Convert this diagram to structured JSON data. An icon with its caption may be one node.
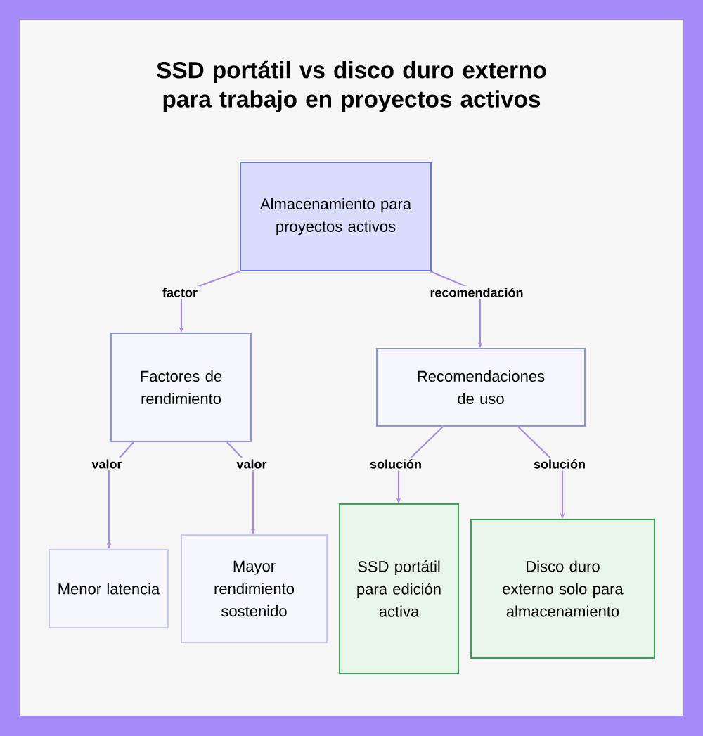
{
  "diagram": {
    "title": "SSD portátil vs disco duro externo para trabajo en proyectos activos",
    "nodes": [
      {
        "text": [
          "Almacenamiento para proyectos activos"
        ]
      },
      {
        "text": [
          "Factores de rendimiento"
        ]
      },
      {
        "text": [
          "Recomendaciones de uso"
        ]
      },
      {
        "text": [
          "Menor latencia"
        ]
      },
      {
        "text": [
          "Mayor rendimiento sostenido"
        ]
      },
      {
        "text": [
          "SSD portátil para edición activa"
        ]
      },
      {
        "text": [
          "Disco duro externo solo para almacenamiento"
        ]
      }
    ],
    "edges": [
      {
        "from": 0,
        "to": 1,
        "arrow": "to",
        "label": "factor"
      },
      {
        "from": 0,
        "to": 2,
        "arrow": "to",
        "label": "recomendación"
      },
      {
        "from": 1,
        "to": 3,
        "arrow": "to",
        "label": "valor"
      },
      {
        "from": 1,
        "to": 4,
        "arrow": "to",
        "label": "valor"
      },
      {
        "from": 2,
        "to": 5,
        "arrow": "to",
        "label": "solución"
      },
      {
        "from": 2,
        "to": 6,
        "arrow": "to",
        "label": "solución"
      }
    ]
  }
}
